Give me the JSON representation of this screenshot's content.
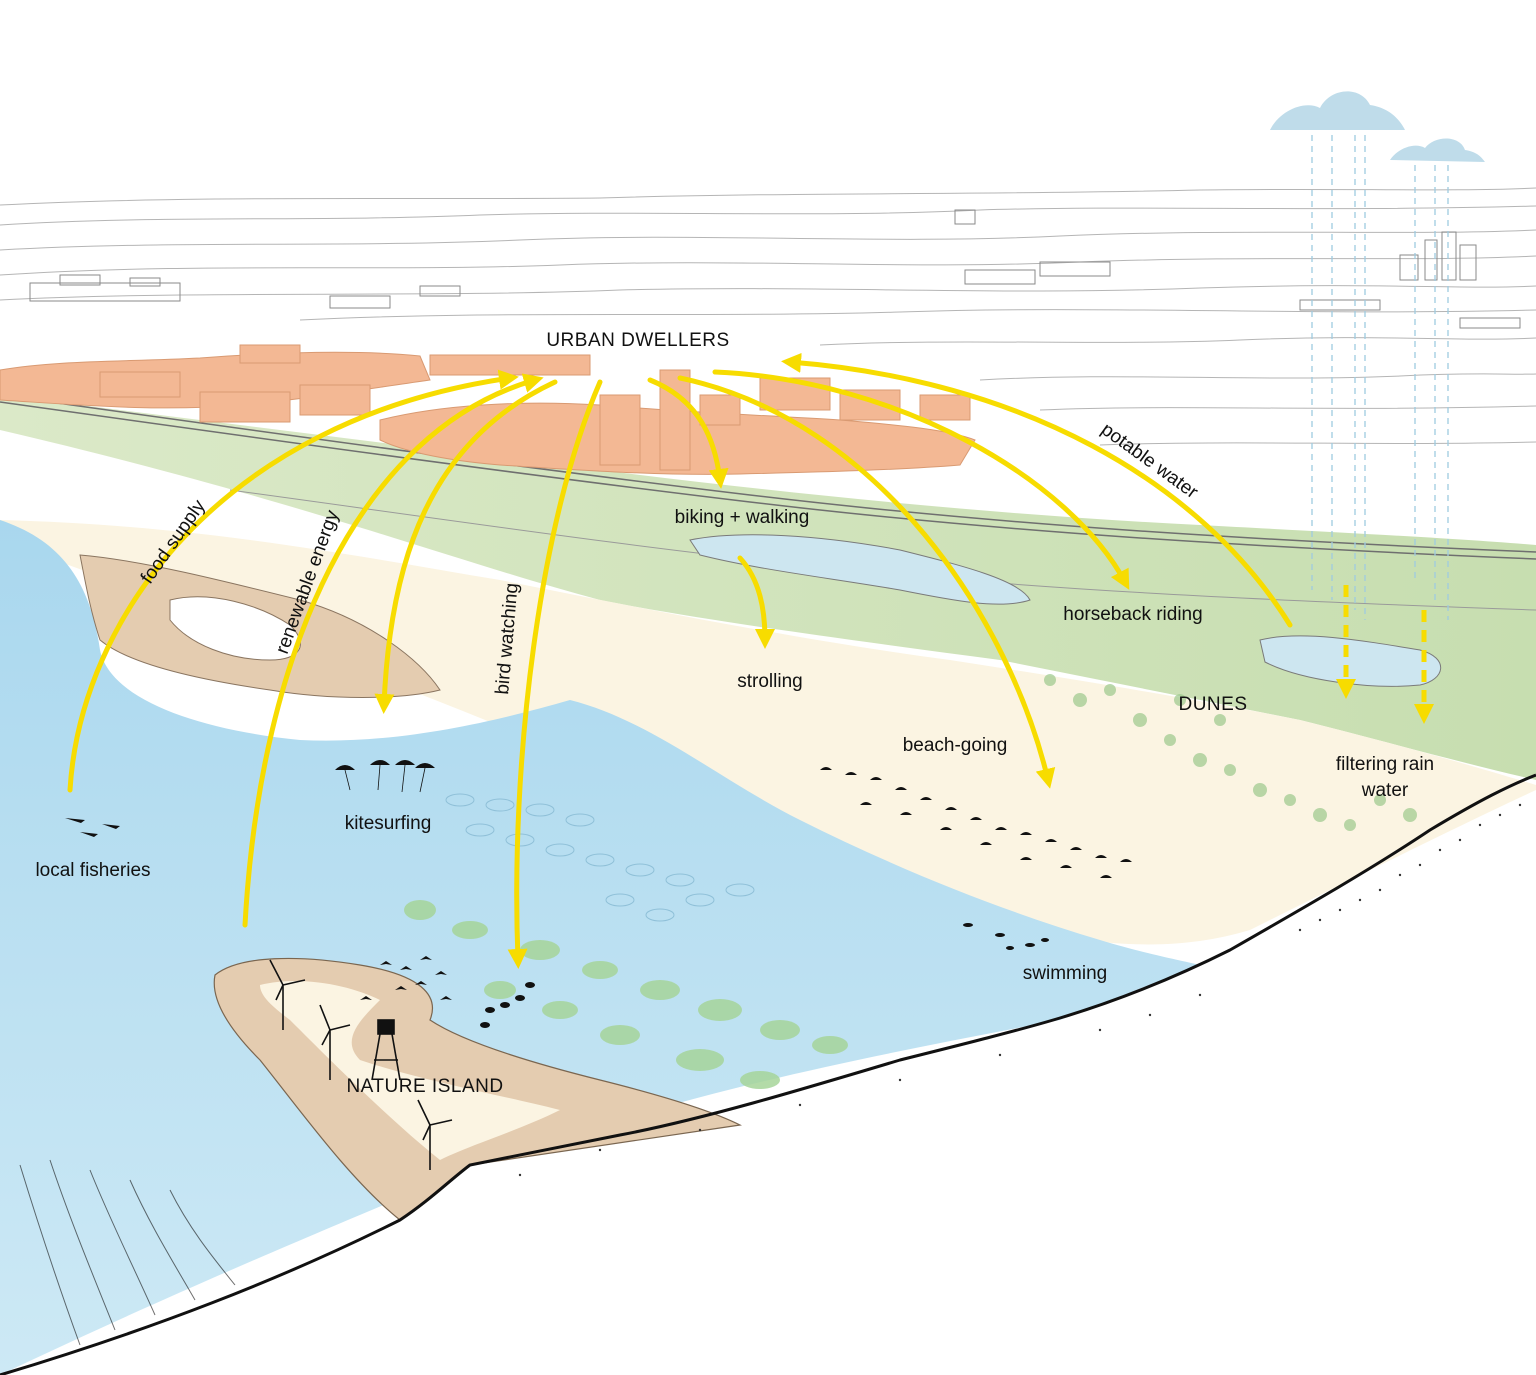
{
  "labels": {
    "urban_dwellers": "URBAN DWELLERS",
    "food_supply": "food supply",
    "renewable_energy": "renewable energy",
    "bird_watching": "bird watching",
    "potable_water": "potable water",
    "biking_walking": "biking + walking",
    "horseback_riding": "horseback riding",
    "strolling": "strolling",
    "dunes": "DUNES",
    "beach_going": "beach-going",
    "filtering_rain_water_line1": "filtering rain",
    "filtering_rain_water_line2": "water",
    "kitesurfing": "kitesurfing",
    "local_fisheries": "local fisheries",
    "swimming": "swimming",
    "nature_island": "NATURE ISLAND"
  },
  "colors": {
    "arrow": "#f7dc00",
    "sea": "#bfe2f1",
    "sea_deep": "#9fd1ea",
    "beach": "#fbf4e2",
    "sand_dark": "#e4ccb0",
    "dunes": "#cfe2b6",
    "urban": "#f3b894",
    "cloud": "#bfdcea",
    "ground_line": "#111111"
  },
  "icons": [
    "cloud-icon",
    "wind-turbine-icon",
    "watch-tower-icon",
    "kite-icon",
    "bird-icon",
    "fish-icon",
    "umbrella-icon"
  ]
}
